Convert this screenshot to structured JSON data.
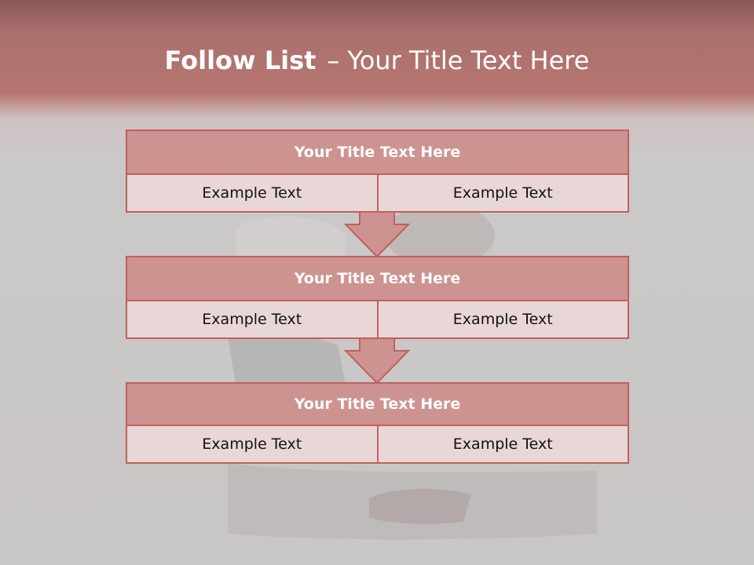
{
  "slide": {
    "title_bold": "Follow List",
    "title_separator": "–",
    "title_rest": "Your Title Text Here"
  },
  "steps": [
    {
      "title": "Your Title Text Here",
      "left": "Example Text",
      "right": "Example Text"
    },
    {
      "title": "Your Title Text Here",
      "left": "Example Text",
      "right": "Example Text"
    },
    {
      "title": "Your Title Text Here",
      "left": "Example Text",
      "right": "Example Text"
    }
  ],
  "colors": {
    "header_band": "#b87570",
    "header_fill": "#cd9391",
    "cell_fill": "#e9d7d7",
    "border": "#c0605d",
    "arrow_fill": "#cd9391"
  }
}
